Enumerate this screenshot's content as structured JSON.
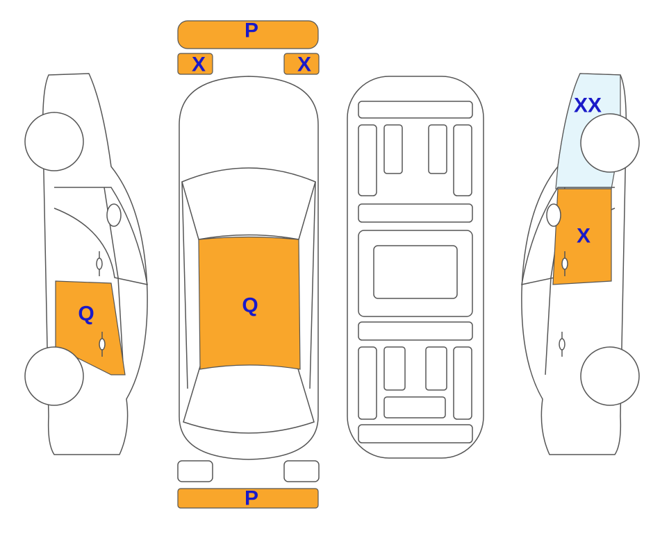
{
  "colors": {
    "highlight": "#F9A62B",
    "highlight_light": "#E4F5FB",
    "label": "#1A1AC8",
    "outline": "#555555"
  },
  "labels": {
    "front_bumper": "P",
    "front_left_light": "X",
    "front_right_light": "X",
    "roof": "Q",
    "rear_bumper": "P",
    "left_rear_door": "Q",
    "right_front_door": "X",
    "right_front_fender": "XX"
  }
}
